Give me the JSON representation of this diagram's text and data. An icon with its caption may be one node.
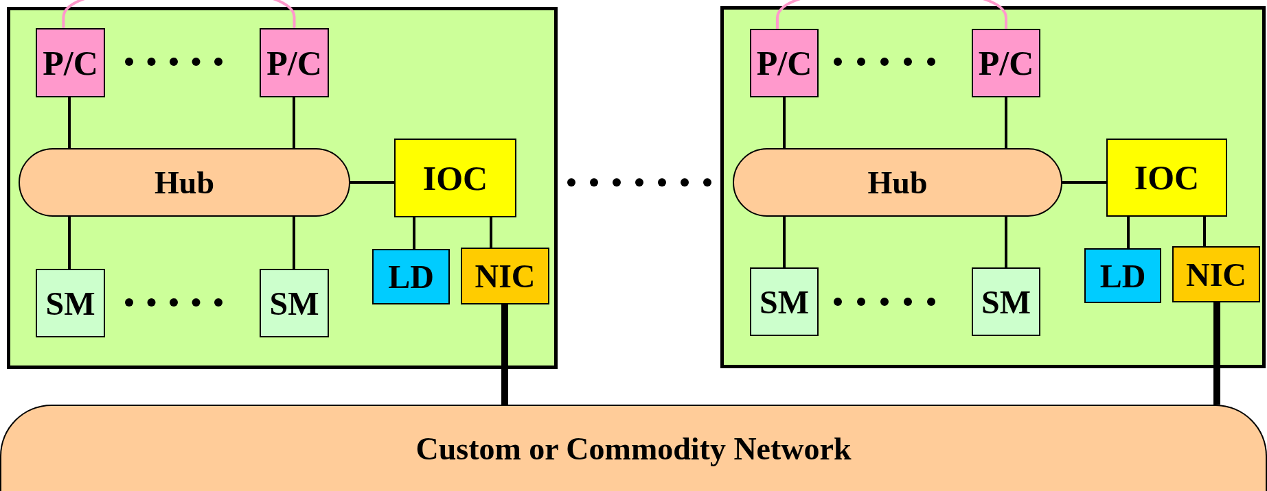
{
  "diagram": {
    "nodes": [
      {
        "text": [],
        "shape": "box"
      },
      {
        "text": [
          "P/C"
        ],
        "in": 0
      },
      {
        "text": [
          "P/C"
        ],
        "in": 0
      },
      {
        "text": [
          "Hub"
        ],
        "in": 0
      },
      {
        "text": [
          "IOC"
        ],
        "in": 0
      },
      {
        "text": [
          "LD"
        ],
        "in": 0
      },
      {
        "text": [
          "NIC"
        ],
        "in": 0
      },
      {
        "text": [
          "SM"
        ],
        "in": 0
      },
      {
        "text": [
          "SM"
        ],
        "in": 0
      },
      {
        "text": [],
        "shape": "box"
      },
      {
        "text": [
          "P/C"
        ],
        "in": 9
      },
      {
        "text": [
          "P/C"
        ],
        "in": 9
      },
      {
        "text": [
          "Hub"
        ],
        "in": 9
      },
      {
        "text": [
          "IOC"
        ],
        "in": 9
      },
      {
        "text": [
          "LD"
        ],
        "in": 9
      },
      {
        "text": [
          "NIC"
        ],
        "in": 9
      },
      {
        "text": [
          "SM"
        ],
        "in": 9
      },
      {
        "text": [
          "SM"
        ],
        "in": 9
      },
      {
        "text": [
          "Custom or Commodity Network"
        ]
      }
    ],
    "edges": [
      {
        "from": 1,
        "to": 2,
        "arrow": "none",
        "color": "#ff99cc"
      },
      {
        "from": 1,
        "to": 3,
        "arrow": "none"
      },
      {
        "from": 2,
        "to": 3,
        "arrow": "none"
      },
      {
        "from": 3,
        "to": 7,
        "arrow": "none"
      },
      {
        "from": 3,
        "to": 8,
        "arrow": "none"
      },
      {
        "from": 3,
        "to": 4,
        "arrow": "none"
      },
      {
        "from": 4,
        "to": 5,
        "arrow": "none"
      },
      {
        "from": 4,
        "to": 6,
        "arrow": "none"
      },
      {
        "from": 6,
        "to": 18,
        "arrow": "none",
        "style": "thick"
      },
      {
        "from": 10,
        "to": 11,
        "arrow": "none",
        "color": "#ff99cc"
      },
      {
        "from": 10,
        "to": 12,
        "arrow": "none"
      },
      {
        "from": 11,
        "to": 12,
        "arrow": "none"
      },
      {
        "from": 12,
        "to": 16,
        "arrow": "none"
      },
      {
        "from": 12,
        "to": 17,
        "arrow": "none"
      },
      {
        "from": 12,
        "to": 13,
        "arrow": "none"
      },
      {
        "from": 13,
        "to": 14,
        "arrow": "none"
      },
      {
        "from": 13,
        "to": 15,
        "arrow": "none"
      },
      {
        "from": 15,
        "to": 18,
        "arrow": "none",
        "style": "thick"
      }
    ]
  }
}
